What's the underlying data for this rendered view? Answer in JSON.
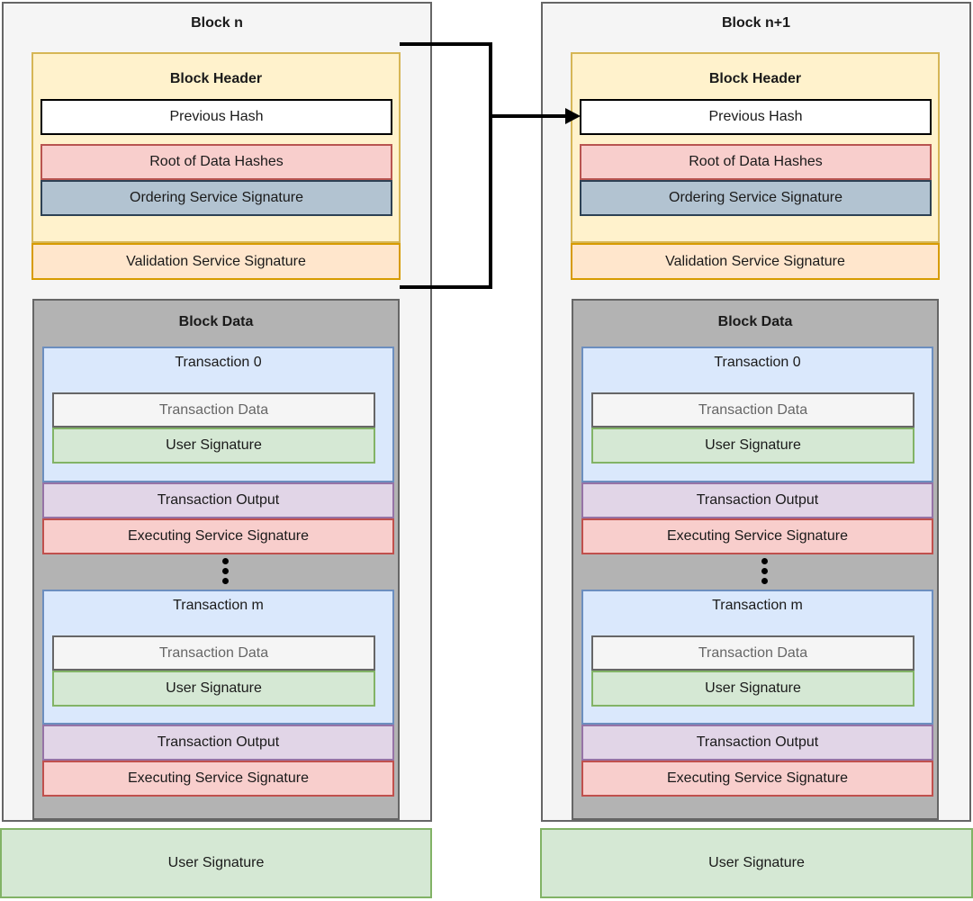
{
  "blocks": [
    {
      "title": "Block n",
      "header": {
        "title": "Block Header",
        "previous_hash": "Previous Hash",
        "root_of_data_hashes": "Root of Data Hashes",
        "ordering_service_signature": "Ordering Service Signature"
      },
      "validation_service_signature": "Validation Service Signature",
      "block_data": {
        "title": "Block Data",
        "transactions": [
          {
            "label": "Transaction 0",
            "transaction_data": "Transaction Data",
            "user_signature": "User Signature",
            "transaction_output": "Transaction Output",
            "executing_service_signature": "Executing Service Signature"
          },
          {
            "label": "Transaction m",
            "transaction_data": "Transaction Data",
            "user_signature": "User Signature",
            "transaction_output": "Transaction Output",
            "executing_service_signature": "Executing Service Signature"
          }
        ]
      },
      "user_signature": "User Signature"
    },
    {
      "title": "Block n+1",
      "header": {
        "title": "Block Header",
        "previous_hash": "Previous Hash",
        "root_of_data_hashes": "Root of Data Hashes",
        "ordering_service_signature": "Ordering Service Signature"
      },
      "validation_service_signature": "Validation Service Signature",
      "block_data": {
        "title": "Block Data",
        "transactions": [
          {
            "label": "Transaction 0",
            "transaction_data": "Transaction Data",
            "user_signature": "User Signature",
            "transaction_output": "Transaction Output",
            "executing_service_signature": "Executing Service Signature"
          },
          {
            "label": "Transaction m",
            "transaction_data": "Transaction Data",
            "user_signature": "User Signature",
            "transaction_output": "Transaction Output",
            "executing_service_signature": "Executing Service Signature"
          }
        ]
      },
      "user_signature": "User Signature"
    }
  ],
  "colors": {
    "container_bg": "#f5f5f5",
    "container_border": "#666666",
    "header_bg": "#fff2cc",
    "header_border": "#d6b656",
    "previous_hash_bg": "#ffffff",
    "root_hash_bg": "#f8cecc",
    "root_hash_border": "#b85450",
    "ordering_bg": "#b2c3d1",
    "validation_bg": "#ffe6cc",
    "validation_border": "#d79b00",
    "block_data_bg": "#b3b3b3",
    "transaction_bg": "#dae8fc",
    "transaction_border": "#6c8ebf",
    "transaction_data_bg": "#f5f5f5",
    "user_signature_bg": "#d5e8d4",
    "user_signature_border": "#82b366",
    "transaction_output_bg": "#e1d5e7",
    "transaction_output_border": "#9673a6",
    "executing_bg": "#f8cecc",
    "executing_border": "#c0504d",
    "arrow": "#000000"
  }
}
